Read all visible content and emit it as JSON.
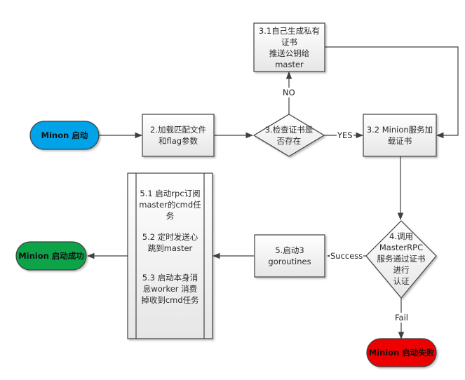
{
  "diagram": {
    "type": "flowchart",
    "colors": {
      "start": "#00a2e8",
      "success": "#0fa348",
      "fail": "#ee0000",
      "process_fill_top": "#ffffff",
      "process_fill_bottom": "#e8e8e8",
      "stroke": "#404040"
    },
    "nodes": {
      "start": {
        "shape": "terminator",
        "lines": [
          "Minon 启动"
        ]
      },
      "step2": {
        "shape": "process",
        "lines": [
          "2.加载匹配文件",
          "和flag参数"
        ]
      },
      "step3": {
        "shape": "decision",
        "lines": [
          "3.检查证书是",
          "否存在"
        ]
      },
      "step31": {
        "shape": "process",
        "lines": [
          "3.1自己生成私有",
          "证书",
          "推送公钥给",
          "master"
        ]
      },
      "step32": {
        "shape": "process",
        "lines": [
          "3.2 Minion服务加",
          "载证书"
        ]
      },
      "step4": {
        "shape": "decision",
        "lines": [
          "4.调用",
          "MasterRPC",
          "服务通过证书",
          "进行",
          "认证"
        ]
      },
      "step5": {
        "shape": "process",
        "lines": [
          "5.启动3",
          "goroutines"
        ]
      },
      "step5_detail": {
        "shape": "predefined-process",
        "items": [
          [
            "5.1 启动rpc订阅",
            "master的cmd任",
            "务"
          ],
          [
            "5.2 定时发送心",
            "跳到master"
          ],
          [
            "5.3 启动本身消",
            "息worker 消费",
            "掉收到cmd任务"
          ]
        ]
      },
      "success": {
        "shape": "terminator",
        "lines": [
          "Minion 启动成功"
        ]
      },
      "fail": {
        "shape": "terminator",
        "lines": [
          "Minion 启动失败"
        ]
      }
    },
    "edges": [
      {
        "from": "start",
        "to": "step2",
        "label": ""
      },
      {
        "from": "step2",
        "to": "step3",
        "label": ""
      },
      {
        "from": "step3",
        "to": "step31",
        "label": "NO"
      },
      {
        "from": "step3",
        "to": "step32",
        "label": "YES"
      },
      {
        "from": "step31",
        "to": "step32",
        "label": ""
      },
      {
        "from": "step32",
        "to": "step4",
        "label": ""
      },
      {
        "from": "step4",
        "to": "step5",
        "label": "Success"
      },
      {
        "from": "step4",
        "to": "fail",
        "label": "Fail"
      },
      {
        "from": "step5",
        "to": "step5_detail",
        "label": ""
      },
      {
        "from": "step5_detail",
        "to": "success",
        "label": ""
      }
    ]
  }
}
